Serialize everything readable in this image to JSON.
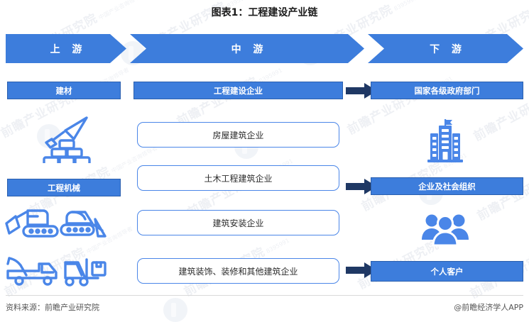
{
  "title": "图表1：工程建设产业链",
  "colors": {
    "primary_blue": "#3d7ddc",
    "box_border_blue": "#4a86e8",
    "navy_arrow": "#1f3864",
    "icon_blue": "#4a86e8",
    "text_dark": "#2b2b2b"
  },
  "band": {
    "upstream": "上 游",
    "midstream": "中 游",
    "downstream": "下 游"
  },
  "upstream": {
    "groups": [
      {
        "label": "建材",
        "icons": [
          "trowel-bricks-icon"
        ]
      },
      {
        "label": "工程机械",
        "icons": [
          "excavator-icon",
          "bulldozer-icon",
          "tow-truck-icon",
          "forklift-icon"
        ]
      }
    ]
  },
  "midstream": {
    "header": "工程建设企业",
    "items": [
      "房屋建筑企业",
      "土木工程建筑企业",
      "建筑安装企业",
      "建筑装饰、装修和其他建筑企业"
    ]
  },
  "downstream": {
    "groups": [
      {
        "label": "国家各级政府部门",
        "icon": "government-building-icon"
      },
      {
        "label": "企业及社会组织",
        "icon": "people-group-icon"
      },
      {
        "label": "个人客户",
        "icon": null
      }
    ]
  },
  "footer": {
    "source": "资料来源：前瞻产业研究院",
    "attribution": "@前瞻经济学人APP"
  },
  "watermark": {
    "text": "前瞻产业研究院",
    "sub": "中国产业咨询领导者·8395991"
  }
}
